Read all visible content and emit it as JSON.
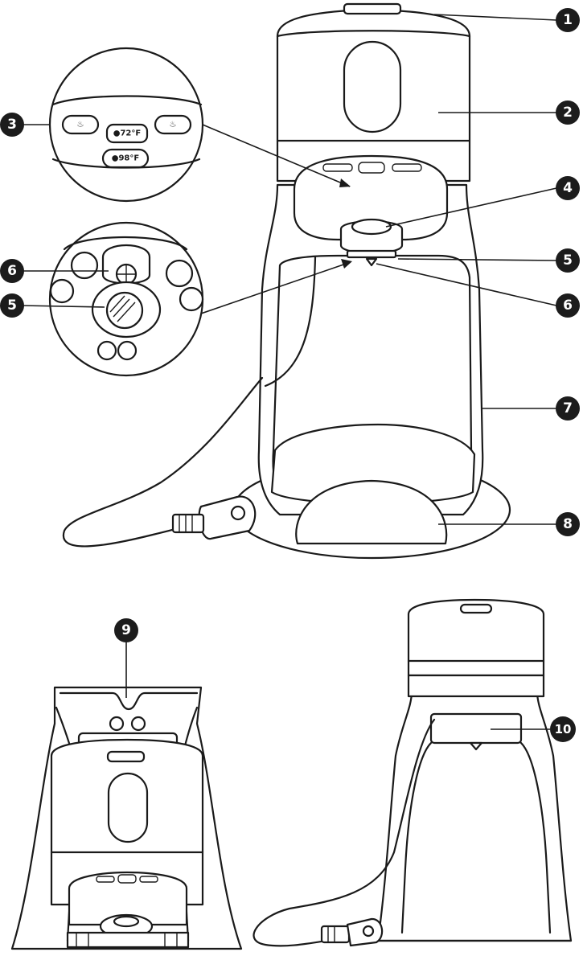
{
  "callouts": [
    "1",
    "2",
    "3",
    "4",
    "5",
    "5",
    "6",
    "6",
    "7",
    "8",
    "9",
    "10"
  ],
  "control_panel": {
    "cold_button": "●72°F",
    "warm_button": "●98°F",
    "left_icon": "steam-icon",
    "right_icon": "steam-icon"
  },
  "colors": {
    "line": "#1a1a1a",
    "badge": "#1c1c1c",
    "background": "#ffffff"
  }
}
